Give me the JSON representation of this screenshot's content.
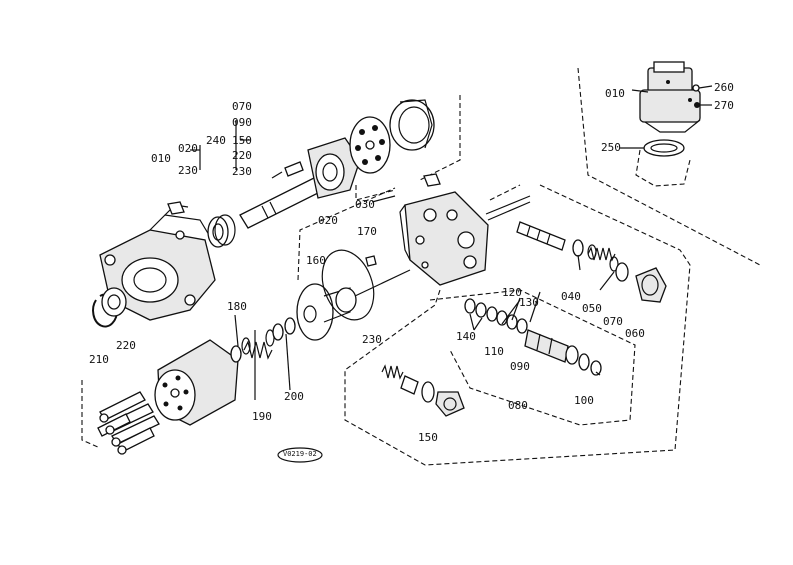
{
  "diagram": {
    "part_labels": {
      "p010_left": "010",
      "p020_top": "020",
      "p230_top": "230",
      "p070_top": "070",
      "p090_top": "090",
      "p240": "240",
      "p150_top": "150",
      "p220_top": "220",
      "p230_mid": "230",
      "p030": "030",
      "p020_mid": "020",
      "p170": "170",
      "p160": "160",
      "p230_low": "230",
      "p180": "180",
      "p190": "190",
      "p200": "200",
      "p210": "210",
      "p220_low": "220",
      "p120": "120",
      "p130": "130",
      "p140": "140",
      "p110": "110",
      "p090_low": "090",
      "p080": "080",
      "p100": "100",
      "p040": "040",
      "p050": "050",
      "p070_low": "070",
      "p060": "060",
      "p150_low": "150",
      "p010_right": "010",
      "p260": "260",
      "p270": "270",
      "p250": "250"
    },
    "drawing_code": "V0219-02"
  }
}
